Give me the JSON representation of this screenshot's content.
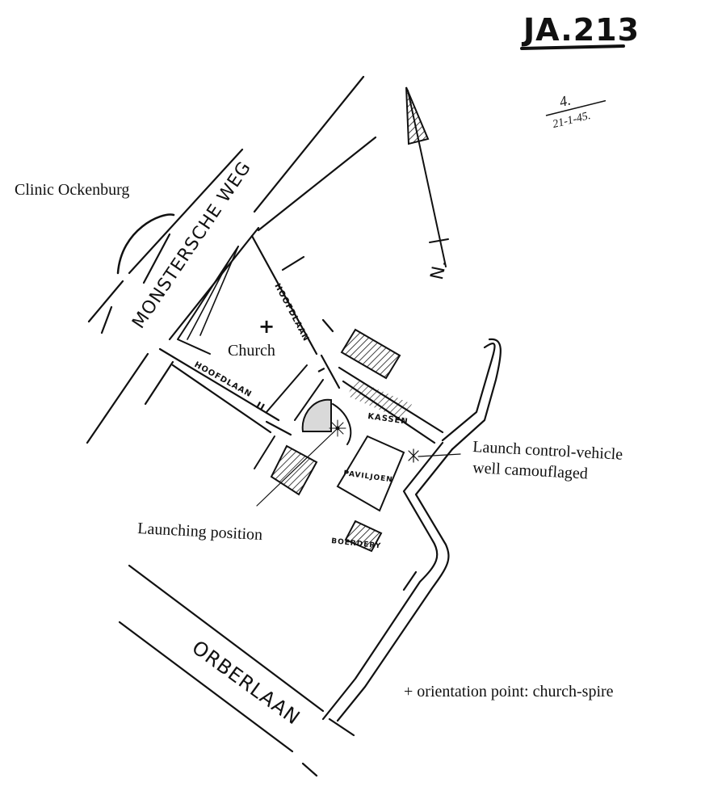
{
  "sheet_ref": "JA.213",
  "annotation": {
    "number": "4.",
    "date": "21-1-45."
  },
  "north_label": "N.",
  "streets": {
    "monstersche_weg": "MONSTERSCHE WEG",
    "hoofdlaan_1": "HOOFDLAAN",
    "hoofdlaan_1_numeral": "I",
    "hoofdlaan_2": "HOOFDLAAN",
    "hoofdlaan_2_numeral": "II",
    "orberlaan": "ORBERLAAN"
  },
  "buildings": {
    "kassen": "KASSEN",
    "paviljoen": "PAVILJOEN",
    "boerderij": "BOERDERY"
  },
  "labels": {
    "clinic": "Clinic Ockenburg",
    "church": "Church",
    "church_symbol": "+",
    "launching_position": "Launching position",
    "launch_control_line1": "Launch control-vehicle",
    "launch_control_line2": "well camouflaged",
    "legend": "+ orientation point: church-spire"
  },
  "colors": {
    "ink": "#111111",
    "paper": "#ffffff"
  }
}
